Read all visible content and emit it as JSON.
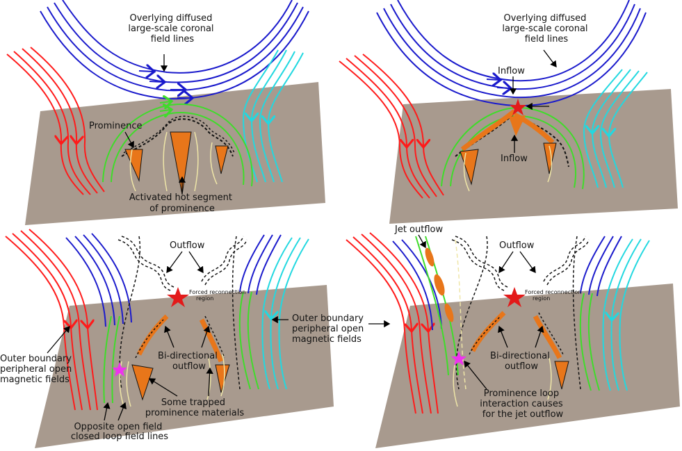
{
  "colors": {
    "plane": "#a89a8e",
    "red": "#ff1a1a",
    "blue": "#1a1acc",
    "cyan": "#22d8e0",
    "green": "#3fdc2a",
    "prominence": "#e8761a",
    "cream": "#efe6a8",
    "star_red": "#e31a1a",
    "star_magenta": "#ee33ee"
  },
  "panels": {
    "p1": {
      "overlying": [
        "Overlying diffused",
        "large-scale coronal",
        "field lines"
      ],
      "prominence": "Prominence",
      "activated": [
        "Activated hot segment",
        "of prominence"
      ]
    },
    "p2": {
      "overlying": [
        "Overlying diffused",
        "large-scale coronal",
        "field lines"
      ],
      "inflow_top": "Inflow",
      "inflow_bottom": "Inflow"
    },
    "p3": {
      "outflow": "Outflow",
      "forced": [
        "Forced reconnection",
        "region"
      ],
      "bidirectional": [
        "Bi-directional",
        "outflow"
      ],
      "outer": [
        "Outer boundary",
        "peripheral open",
        "magnetic fields"
      ],
      "trapped": [
        "Some trapped",
        "prominence materials"
      ],
      "opposite": [
        "Opposite open field",
        "closed loop field lines"
      ]
    },
    "p4": {
      "jet": "Jet outflow",
      "outflow": "Outflow",
      "forced": [
        "Forced reconnection",
        "region"
      ],
      "bidirectional": [
        "Bi-directional",
        "outflow"
      ],
      "outer": [
        "Outer boundary",
        "peripheral open",
        "magnetic fields"
      ],
      "interaction": [
        "Prominence loop",
        "interaction causes",
        "for the jet outflow"
      ]
    }
  }
}
